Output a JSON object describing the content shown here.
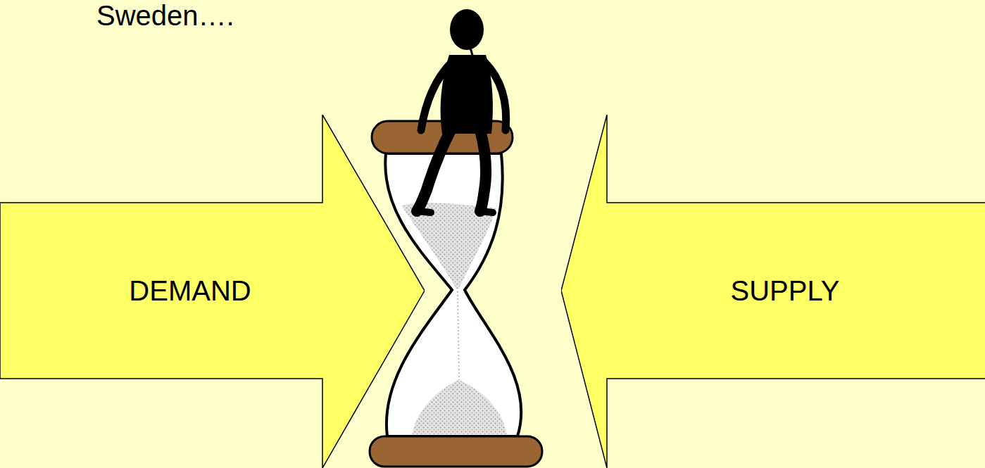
{
  "diagram": {
    "title": "Sweden….",
    "nodes": [
      {
        "text": [
          "DEMAND"
        ]
      },
      {
        "text": [
          "SUPPLY"
        ]
      }
    ]
  }
}
